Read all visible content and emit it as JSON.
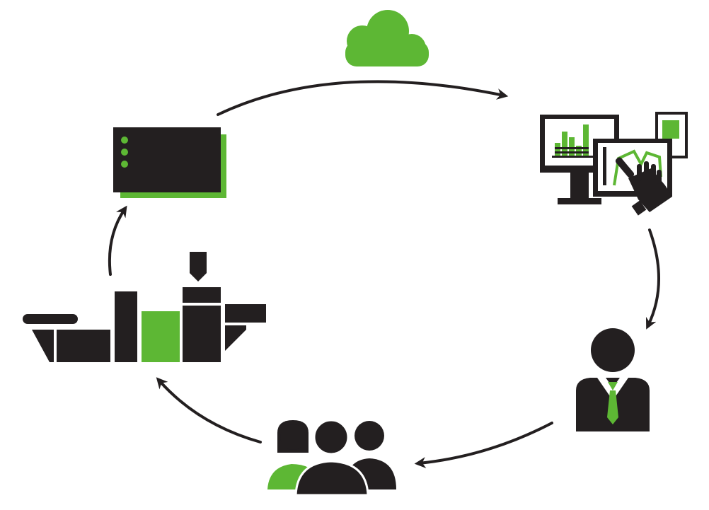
{
  "diagram": {
    "type": "cycle",
    "direction": "clockwise",
    "colors": {
      "accent": "#5db734",
      "ink": "#231f20",
      "background": "#ffffff"
    },
    "nodes": [
      {
        "id": "cloud",
        "icon": "cloud-icon"
      },
      {
        "id": "monitoring",
        "icon": "monitoring-screens-icon"
      },
      {
        "id": "manager",
        "icon": "manager-person-icon"
      },
      {
        "id": "team",
        "icon": "team-group-icon"
      },
      {
        "id": "machine",
        "icon": "injection-molding-machine-icon"
      },
      {
        "id": "controller",
        "icon": "controller-box-icon"
      }
    ],
    "edges": [
      {
        "from": "controller",
        "to": "monitoring"
      },
      {
        "from": "monitoring",
        "to": "manager"
      },
      {
        "from": "manager",
        "to": "team"
      },
      {
        "from": "team",
        "to": "machine"
      },
      {
        "from": "machine",
        "to": "controller"
      }
    ]
  }
}
